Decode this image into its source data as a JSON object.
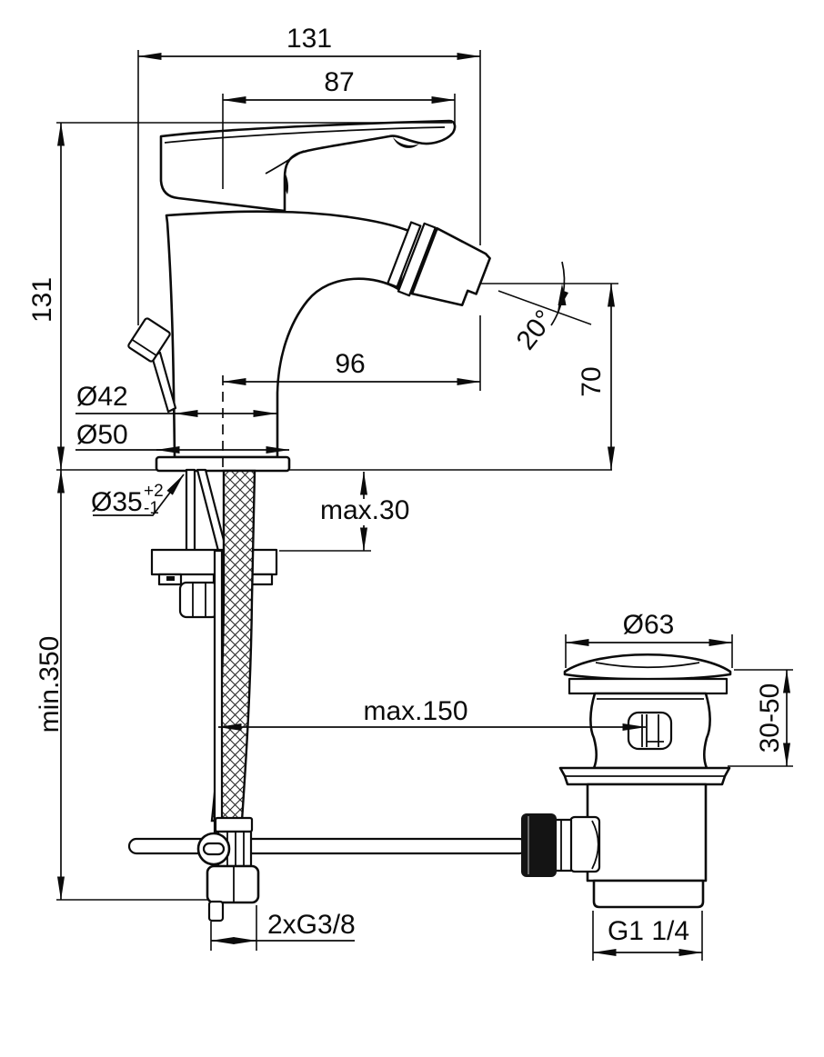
{
  "drawing": {
    "background": "#ffffff",
    "line_color": "#0b0b0b",
    "dims": {
      "total_depth": "131",
      "lever_reach": "87",
      "body_height": "131",
      "spout_reach": "96",
      "spout_angle": "20°",
      "outlet_height": "70",
      "body_dia": "Ø42",
      "base_dia": "Ø50",
      "hole_dia": "Ø35",
      "hole_tol_plus": "+2",
      "hole_tol_minus": "-1",
      "deck_thickness": "max.30",
      "hose_length": "min.350",
      "rod_length": "max.150",
      "waste_cap_dia": "Ø63",
      "waste_deck_range": "30-50",
      "inlet_thread": "2xG3/8",
      "waste_thread": "G1 1/4"
    }
  }
}
